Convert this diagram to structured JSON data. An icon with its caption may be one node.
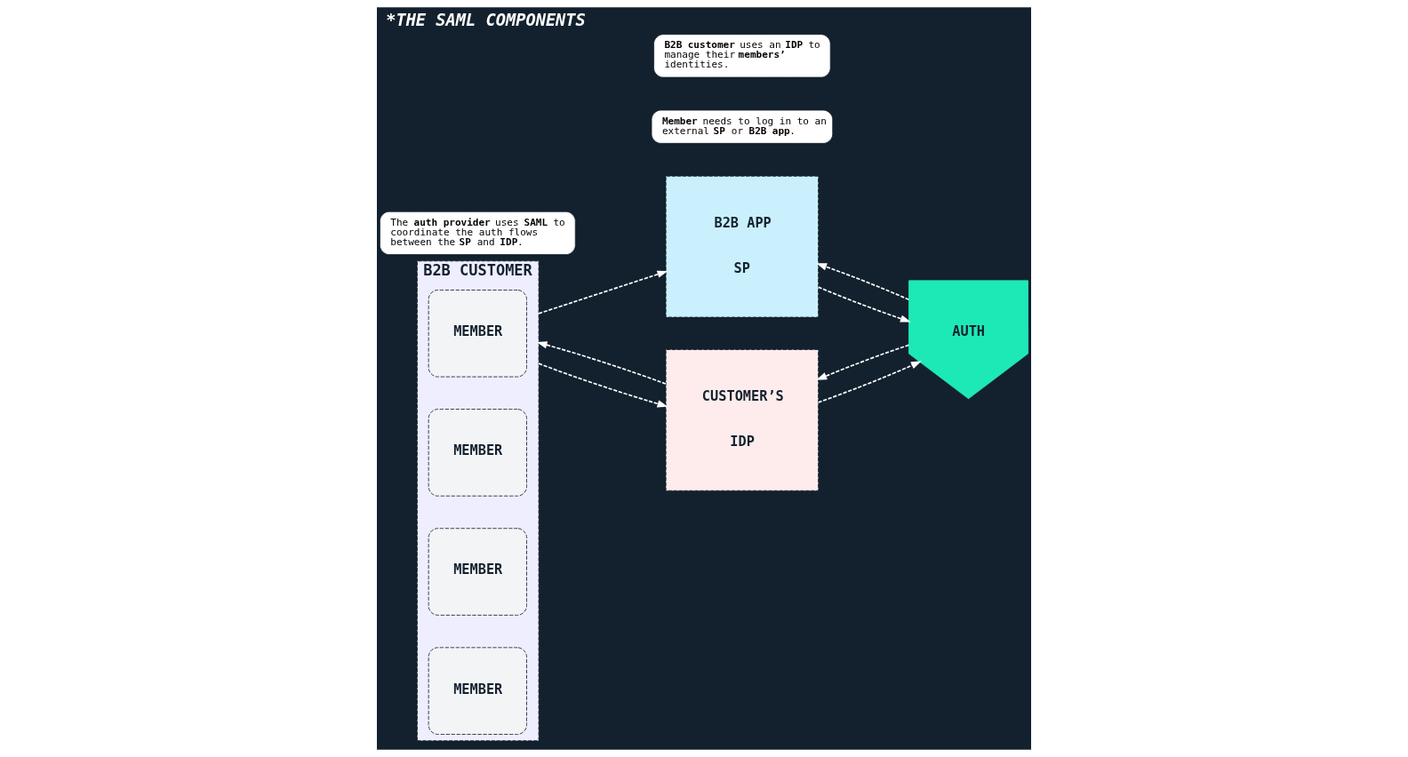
{
  "diagram": {
    "title": "*THE SAML COMPONENTS",
    "nodes": [
      {
        "text": [
          "B2B CUSTOMER"
        ]
      },
      {
        "text": [
          "MEMBER"
        ],
        "in": 0
      },
      {
        "text": [
          "MEMBER"
        ],
        "in": 0
      },
      {
        "text": [
          "MEMBER"
        ],
        "in": 0
      },
      {
        "text": [
          "MEMBER"
        ],
        "in": 0
      },
      {
        "text": [
          "**Member** needs to log in to an external **SP** or **B2B app**."
        ]
      },
      {
        "text": [
          "B2B APP",
          "SP"
        ]
      },
      {
        "text": [
          "**B2B customer** uses an **IDP** to manage their **members’** identities."
        ]
      },
      {
        "text": [
          "CUSTOMER’S",
          "IDP"
        ]
      },
      {
        "text": [
          "AUTH"
        ]
      },
      {
        "text": [
          "The **auth provider** uses **SAML** to coordinate the auth flows between the **SP** and **IDP**."
        ]
      }
    ],
    "edges": [
      {
        "from": 0,
        "to": 6,
        "arrow": "to",
        "style": "dashed"
      },
      {
        "from": 0,
        "to": 8,
        "arrow": "to",
        "style": "dashed"
      },
      {
        "from": 8,
        "to": 0,
        "arrow": "to",
        "style": "dashed"
      },
      {
        "from": 6,
        "to": 9,
        "arrow": "to",
        "style": "dashed"
      },
      {
        "from": 9,
        "to": 6,
        "arrow": "to",
        "style": "dashed"
      },
      {
        "from": 8,
        "to": 9,
        "arrow": "to",
        "style": "dashed"
      },
      {
        "from": 9,
        "to": 8,
        "arrow": "to",
        "style": "dashed"
      }
    ]
  }
}
